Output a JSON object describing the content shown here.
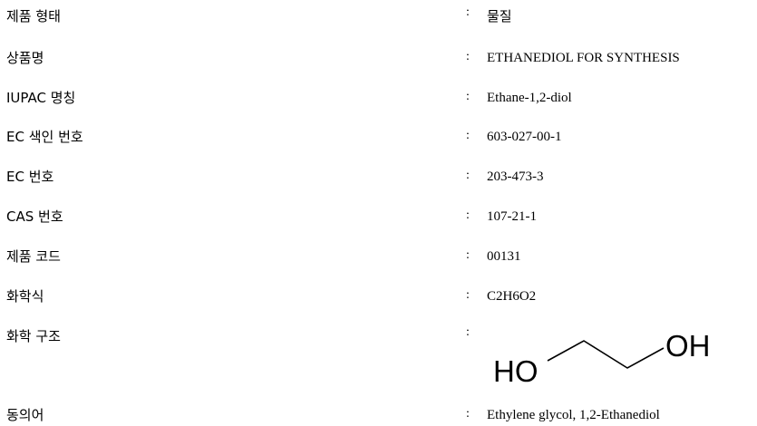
{
  "rows": [
    {
      "label": "제품 형태",
      "colon": ":",
      "value": "물질"
    },
    {
      "label": "상품명",
      "colon": ":",
      "value": "ETHANEDIOL FOR SYNTHESIS"
    },
    {
      "label": "IUPAC 명칭",
      "colon": ":",
      "value": "Ethane-1,2-diol"
    },
    {
      "label": "EC 색인 번호",
      "colon": ":",
      "value": "603-027-00-1"
    },
    {
      "label": "EC 번호",
      "colon": ":",
      "value": "203-473-3"
    },
    {
      "label": "CAS 번호",
      "colon": ":",
      "value": "107-21-1"
    },
    {
      "label": "제품 코드",
      "colon": ":",
      "value": "00131"
    },
    {
      "label": "화학식",
      "colon": ":",
      "value": "C2H6O2"
    },
    {
      "label": "화학 구조",
      "colon": ":"
    },
    {
      "label": "동의어",
      "colon": ":",
      "value": "Ethylene glycol, 1,2-Ethanediol"
    }
  ],
  "structure": {
    "left_group": "HO",
    "right_group": "OH"
  }
}
